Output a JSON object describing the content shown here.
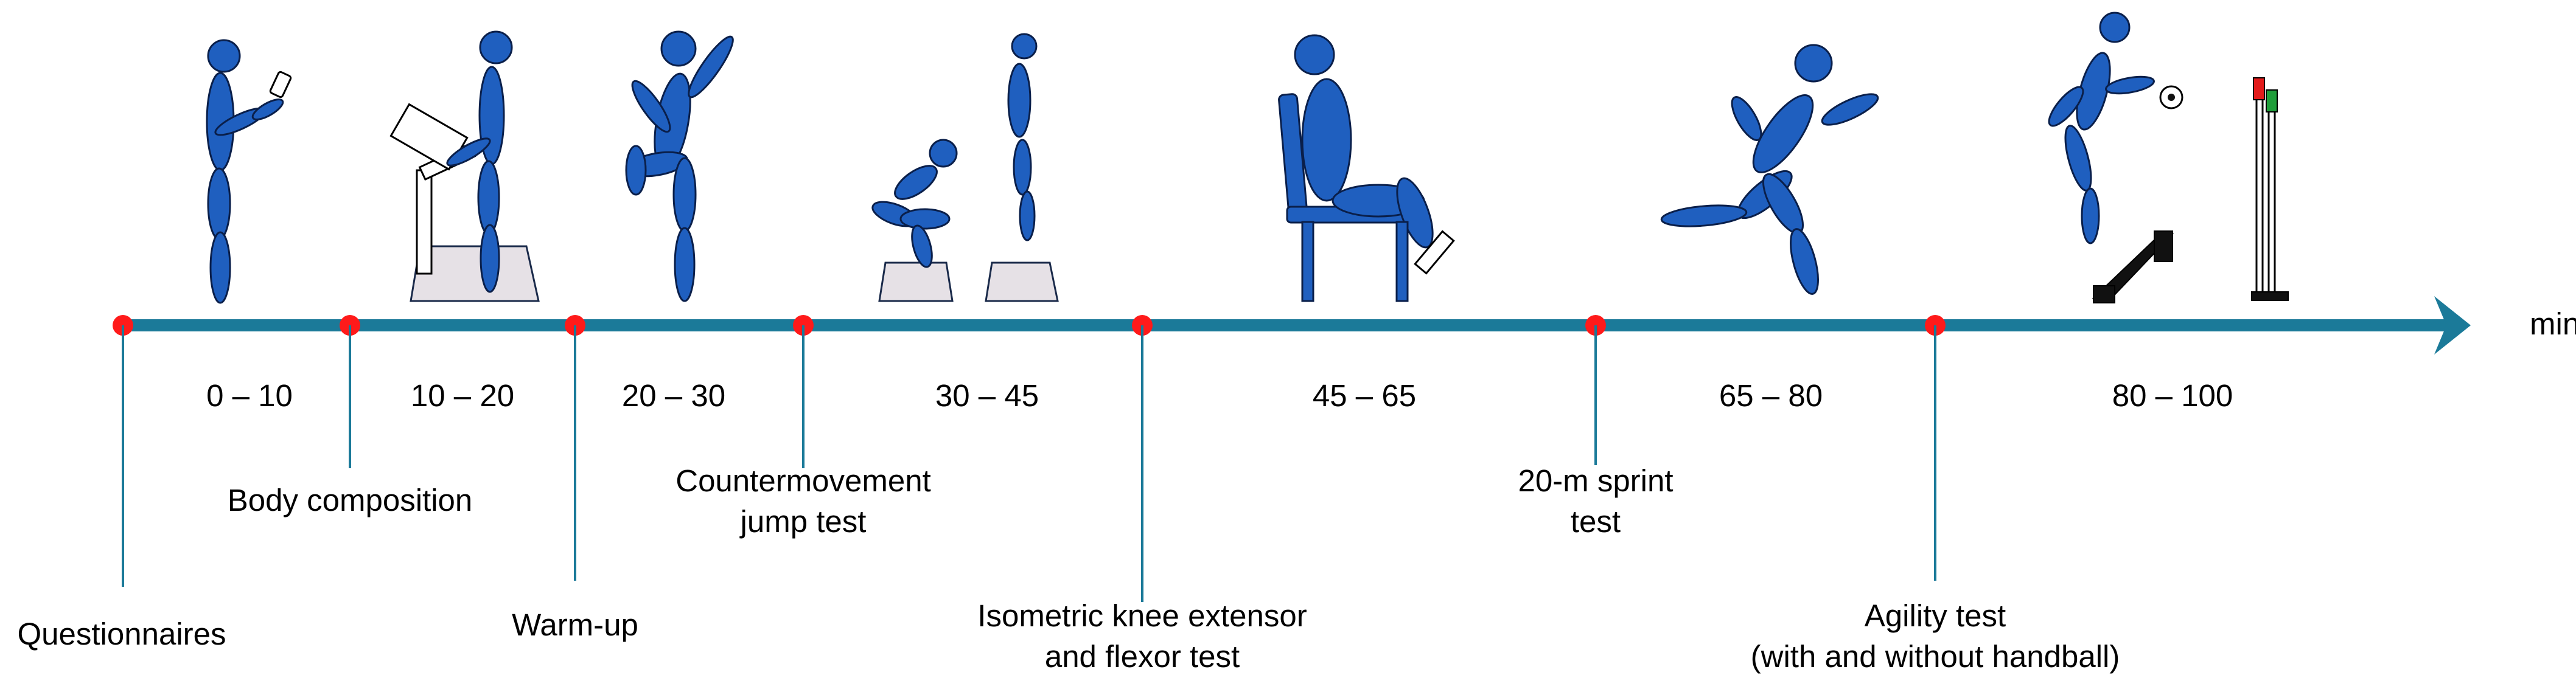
{
  "timeline": {
    "unit": "min",
    "axis_color": "#1b7a99",
    "marker_color": "#ff1a1a",
    "intervals": [
      {
        "label": "0 – 10",
        "start": 0,
        "end": 10
      },
      {
        "label": "10 – 20",
        "start": 10,
        "end": 20
      },
      {
        "label": "20 – 30",
        "start": 20,
        "end": 30
      },
      {
        "label": "30 – 45",
        "start": 30,
        "end": 45
      },
      {
        "label": "45 – 65",
        "start": 45,
        "end": 65
      },
      {
        "label": "65 – 80",
        "start": 65,
        "end": 80
      },
      {
        "label": "80 – 100",
        "start": 80,
        "end": 100
      }
    ],
    "events": [
      {
        "line1": "Questionnaires",
        "line2": "",
        "time": 0
      },
      {
        "line1": "Body composition",
        "line2": "",
        "time": 10
      },
      {
        "line1": "Warm-up",
        "line2": "",
        "time": 20
      },
      {
        "line1": "Countermovement",
        "line2": "jump test",
        "time": 30
      },
      {
        "line1": "Isometric knee extensor",
        "line2": "and flexor test",
        "time": 45
      },
      {
        "line1": "20-m sprint",
        "line2": "test",
        "time": 65
      },
      {
        "line1": "Agility test",
        "line2": "(with and without handball)",
        "time": 80
      }
    ]
  },
  "illustrations": [
    {
      "name": "questionnaire-person-icon"
    },
    {
      "name": "body-composition-scale-icon"
    },
    {
      "name": "warm-up-person-icon"
    },
    {
      "name": "countermovement-jump-icon"
    },
    {
      "name": "seated-knee-test-icon"
    },
    {
      "name": "sprinting-person-icon"
    },
    {
      "name": "agility-handball-icon"
    }
  ]
}
